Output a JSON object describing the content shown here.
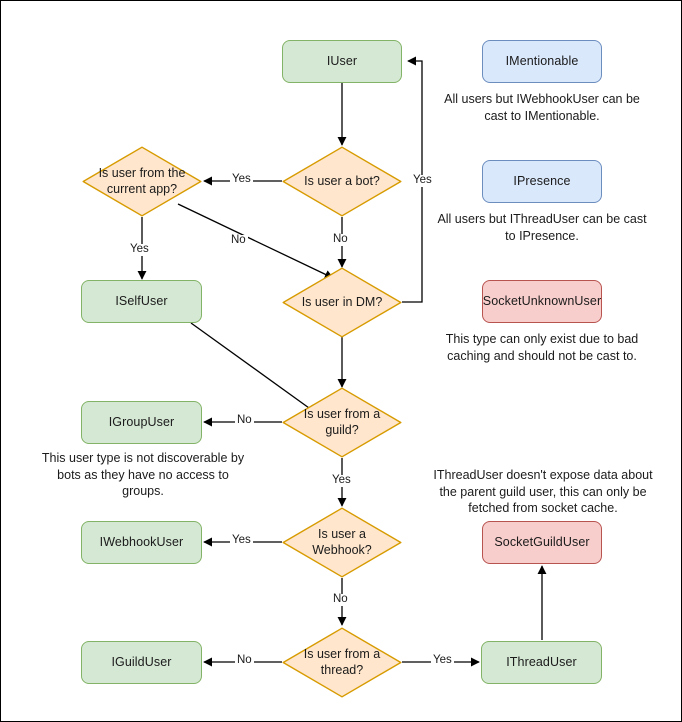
{
  "diagram": {
    "title": "Discord.Net user type resolution flowchart",
    "colors": {
      "green_fill": "#d5e8d4",
      "green_stroke": "#82b366",
      "blue_fill": "#dae8fc",
      "blue_stroke": "#6c8ebf",
      "red_fill": "#f8cecc",
      "red_stroke": "#b85450",
      "orange_fill": "#ffe6cc",
      "orange_stroke": "#d79b00",
      "edge_stroke": "#000000",
      "text": "#1b1b1b",
      "background": "#ffffff"
    },
    "nodes": [
      {
        "id": "iuser",
        "label": "IUser",
        "shape": "box",
        "style": "green"
      },
      {
        "id": "is-bot",
        "label": "Is user a bot?",
        "shape": "diamond",
        "style": "orange"
      },
      {
        "id": "is-current-app",
        "label": "Is user from the current app?",
        "shape": "diamond",
        "style": "orange"
      },
      {
        "id": "iselfuser",
        "label": "ISelfUser",
        "shape": "box",
        "style": "green"
      },
      {
        "id": "is-dm",
        "label": "Is user in DM?",
        "shape": "diamond",
        "style": "orange"
      },
      {
        "id": "is-guild",
        "label": "Is user from a guild?",
        "shape": "diamond",
        "style": "orange"
      },
      {
        "id": "igroupuser",
        "label": "IGroupUser",
        "shape": "box",
        "style": "green"
      },
      {
        "id": "is-webhook",
        "label": "Is user a Webhook?",
        "shape": "diamond",
        "style": "orange"
      },
      {
        "id": "iwebhookuser",
        "label": "IWebhookUser",
        "shape": "box",
        "style": "green"
      },
      {
        "id": "is-thread",
        "label": "Is user from a thread?",
        "shape": "diamond",
        "style": "orange"
      },
      {
        "id": "iguilduser",
        "label": "IGuildUser",
        "shape": "box",
        "style": "green"
      },
      {
        "id": "ithreaduser",
        "label": "IThreadUser",
        "shape": "box",
        "style": "green"
      },
      {
        "id": "imentionable",
        "label": "IMentionable",
        "shape": "box",
        "style": "blue"
      },
      {
        "id": "ipresence",
        "label": "IPresence",
        "shape": "box",
        "style": "blue"
      },
      {
        "id": "socketunknownuser",
        "label": "SocketUnknownUser",
        "shape": "box",
        "style": "red"
      },
      {
        "id": "socketguilduser",
        "label": "SocketGuildUser",
        "shape": "box",
        "style": "red"
      }
    ],
    "notes": [
      {
        "id": "note-imentionable",
        "text": "All users but IWebhookUser can be cast to IMentionable."
      },
      {
        "id": "note-ipresence",
        "text": "All users but IThreadUser can be cast to IPresence."
      },
      {
        "id": "note-socketunknown",
        "text": "This type can only exist due to bad caching and should not be cast to."
      },
      {
        "id": "note-igroupuser",
        "text": "This user type is not discoverable by bots as they have no access to groups."
      },
      {
        "id": "note-socketguilduser",
        "text": "IThreadUser doesn't expose data about the parent guild user, this can only be fetched from socket cache."
      }
    ],
    "edge_labels": [
      {
        "id": "bot-yes",
        "text": "Yes",
        "from": "is-bot",
        "to": "is-current-app"
      },
      {
        "id": "dm-yes",
        "text": "Yes",
        "from": "is-dm",
        "to": "iuser"
      },
      {
        "id": "bot-no",
        "text": "No",
        "from": "is-bot",
        "to": "is-dm"
      },
      {
        "id": "app-yes",
        "text": "Yes",
        "from": "is-current-app",
        "to": "iselfuser"
      },
      {
        "id": "app-no",
        "text": "No",
        "from": "is-current-app",
        "to": "is-dm"
      },
      {
        "id": "guild-no",
        "text": "No",
        "from": "is-guild",
        "to": "igroupuser"
      },
      {
        "id": "guild-yes",
        "text": "Yes",
        "from": "is-guild",
        "to": "is-webhook"
      },
      {
        "id": "webhook-yes",
        "text": "Yes",
        "from": "is-webhook",
        "to": "iwebhookuser"
      },
      {
        "id": "webhook-no",
        "text": "No",
        "from": "is-webhook",
        "to": "is-thread"
      },
      {
        "id": "thread-no",
        "text": "No",
        "from": "is-thread",
        "to": "iguilduser"
      },
      {
        "id": "thread-yes",
        "text": "Yes",
        "from": "is-thread",
        "to": "ithreaduser"
      }
    ]
  }
}
